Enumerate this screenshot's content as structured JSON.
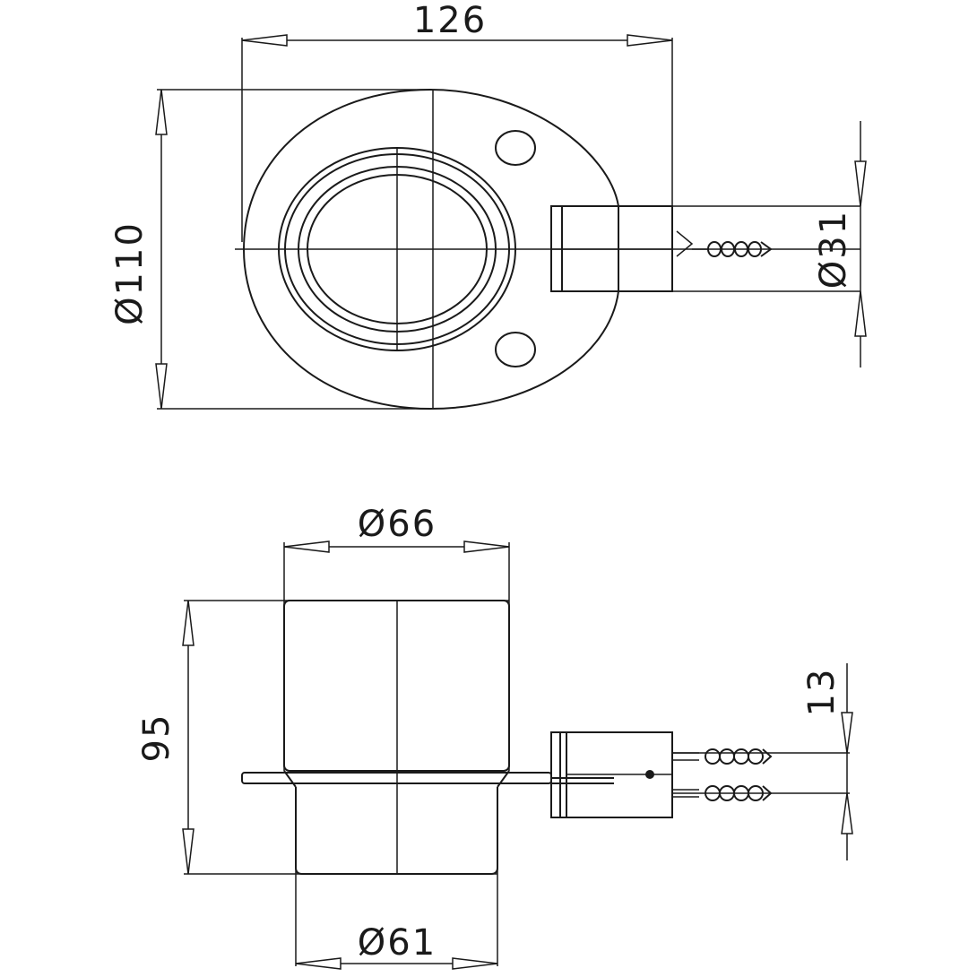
{
  "top_view": {
    "overall_width": "126",
    "plate_diameter": "Ø110",
    "arm_diameter": "Ø31"
  },
  "side_view": {
    "cup_diameter_top": "Ø66",
    "cup_diameter_bottom": "Ø61",
    "height": "95",
    "mount_spacing": "13"
  }
}
